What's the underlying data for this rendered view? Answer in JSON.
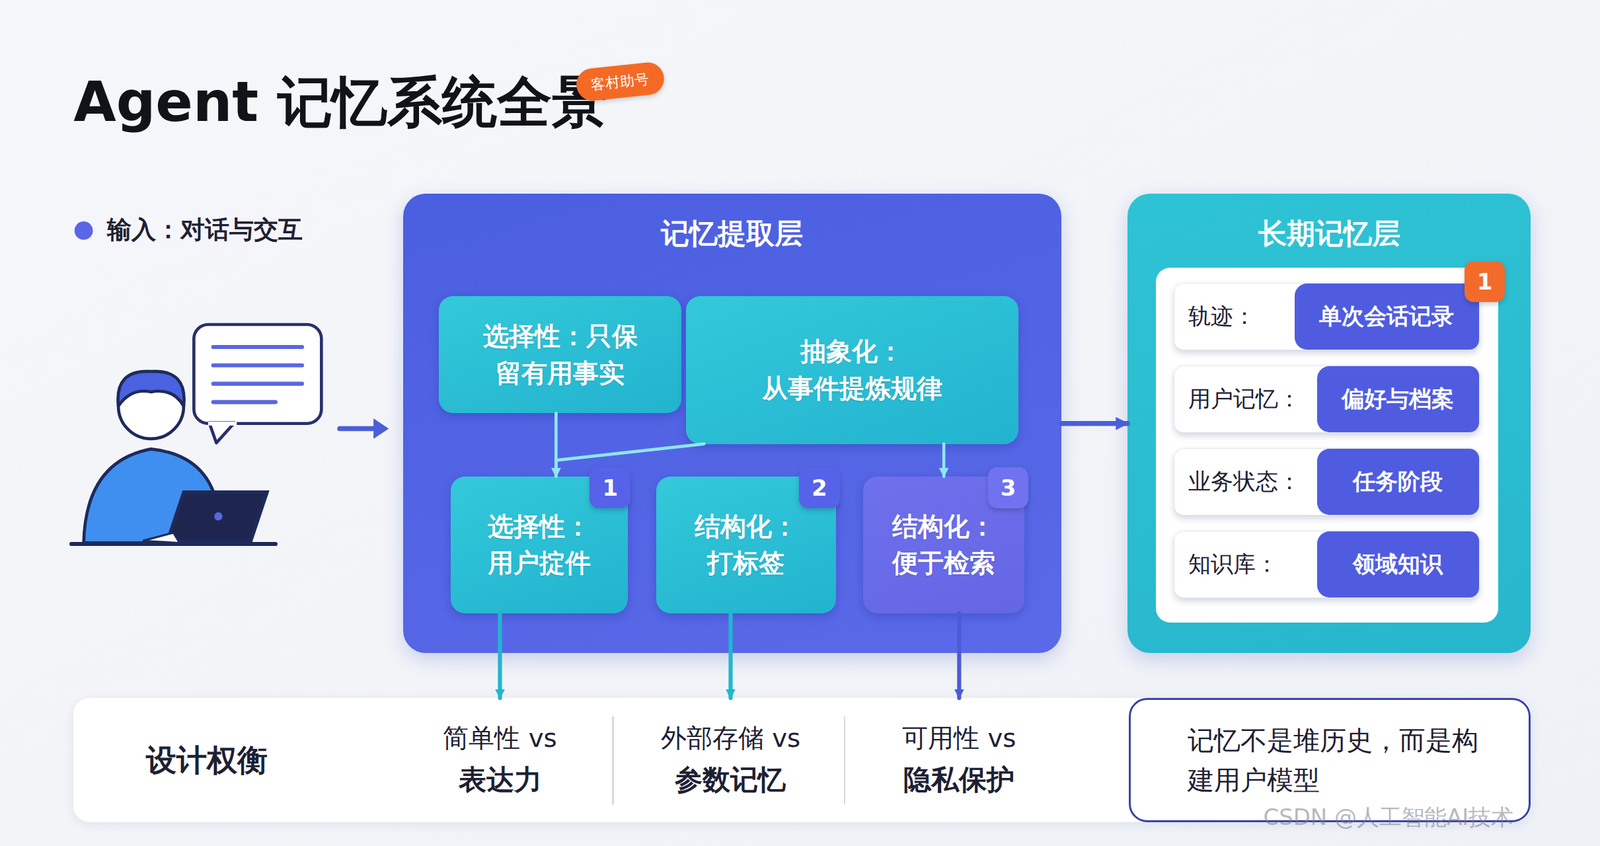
{
  "diagram": {
    "title": "Agent 记忆系统全景",
    "nodes": [
      {
        "text": [
          "记忆提取层"
        ]
      },
      {
        "text": [
          "选择性：只保留有用事实"
        ],
        "in": 0
      },
      {
        "text": [
          "抽象化：",
          "从事件提炼规律"
        ],
        "in": 0
      },
      {
        "text": [
          "选择性：",
          "用户掟件"
        ],
        "in": 0
      },
      {
        "text": [
          "结构化：",
          "打标签"
        ],
        "in": 0
      },
      {
        "text": [
          "结构化：",
          "便于检索"
        ],
        "in": 0
      },
      {
        "text": [
          "长期记忆层"
        ]
      },
      {
        "text": [
          "轨迹：",
          "单次会话记录"
        ],
        "in": 6
      },
      {
        "text": [
          "用户记忆：",
          "偏好与档案"
        ],
        "in": 6
      },
      {
        "text": [
          "业务状态：",
          "任务阶段"
        ],
        "in": 6
      },
      {
        "text": [
          "知识库：",
          "领域知识"
        ],
        "in": 6
      },
      {
        "text": [
          "设计权衡"
        ]
      },
      {
        "text": [
          "简单性 vs",
          "表达力"
        ],
        "in": 11
      },
      {
        "text": [
          "外部存储 vs",
          "参数记忆"
        ],
        "in": 11
      },
      {
        "text": [
          "可用性 vs",
          "隐私保护"
        ],
        "in": 11
      },
      {
        "text": [
          "记忆不是堆历史，而是构建用户模型"
        ],
        "in": 11
      }
    ],
    "edges": [
      {
        "from": 1,
        "to": 3,
        "arrow": "to"
      },
      {
        "from": 2,
        "to": 3,
        "arrow": "to"
      },
      {
        "from": 2,
        "to": 5,
        "arrow": "to"
      },
      {
        "from": 0,
        "to": 6,
        "arrow": "to"
      },
      {
        "from": 3,
        "to": 12,
        "arrow": "to"
      },
      {
        "from": 4,
        "to": 13,
        "arrow": "to"
      },
      {
        "from": 5,
        "to": 14,
        "arrow": "to"
      }
    ],
    "labels": [
      "客村助号",
      "输入：对话与交互",
      "1",
      "2",
      "3",
      "1",
      "CSDN @人工智能AI技术"
    ]
  }
}
